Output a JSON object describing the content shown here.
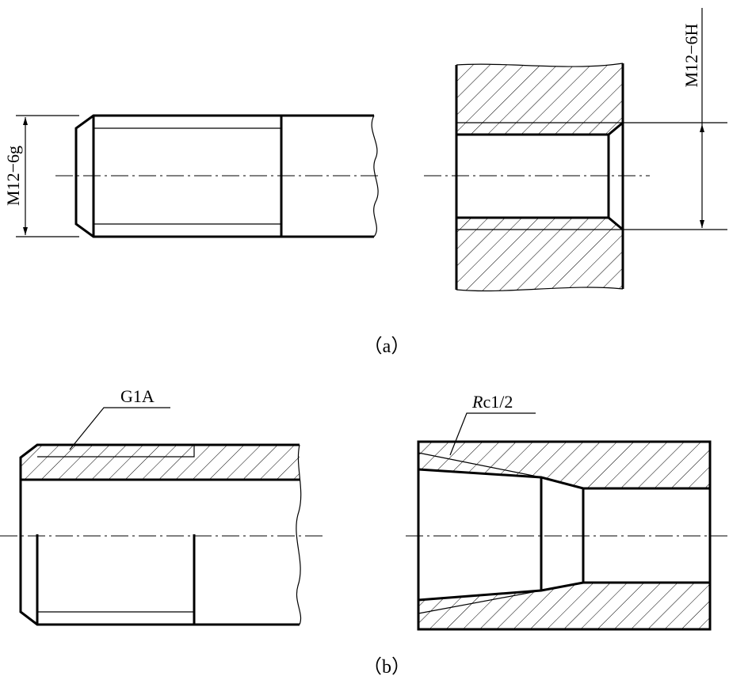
{
  "view_a": {
    "caption": "（a）",
    "external_label": "M12−6g",
    "internal_label": "M12−6H"
  },
  "view_b": {
    "caption": "（b）",
    "external_label": "G1A",
    "internal_label_italic": "R",
    "internal_label_rest": "c1/2"
  }
}
